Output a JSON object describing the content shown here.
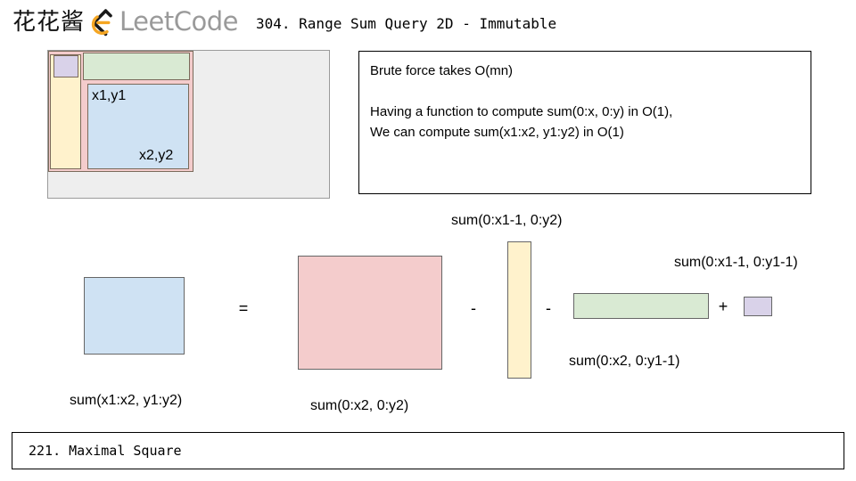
{
  "header": {
    "brand_cn": "花花酱",
    "logo_word": "LeetCode",
    "logo_icon": "leetcode-logo-icon",
    "title": "304. Range Sum Query 2D - Immutable"
  },
  "matrix_diagram": {
    "name": "matrix-region-diagram",
    "background_color": "#eeeeee",
    "regions": [
      {
        "key": "pink",
        "name": "region-pink-full",
        "color": "#f4cccc"
      },
      {
        "key": "green",
        "name": "region-green-top",
        "color": "#d9ead3"
      },
      {
        "key": "yellow",
        "name": "region-yellow-left",
        "color": "#fff2cc"
      },
      {
        "key": "purple",
        "name": "region-purple-corner",
        "color": "#d9d2e9"
      },
      {
        "key": "blue",
        "name": "region-blue-target",
        "color": "#cfe2f3"
      }
    ],
    "corner_top_left": "x1,y1",
    "corner_bottom_right": "x2,y2"
  },
  "explanation": {
    "line1": "Brute force takes O(mn)",
    "line2": "",
    "line3": "Having a function to compute sum(0:x, 0:y) in O(1),",
    "line4": "We can compute sum(x1:x2, y1:y2) in O(1)"
  },
  "equation": {
    "operators": {
      "equals": "=",
      "minus_1": "-",
      "minus_2": "-",
      "plus": "+"
    },
    "terms": [
      {
        "key": "blue",
        "label": "sum(x1:x2, y1:y2)",
        "color": "#cfe2f3",
        "role": "result"
      },
      {
        "key": "pink",
        "label": "sum(0:x2, 0:y2)",
        "color": "#f4cccc",
        "role": "prefix-full"
      },
      {
        "key": "yellow",
        "label": "sum(0:x1-1, 0:y2)",
        "color": "#fff2cc",
        "role": "subtract-left"
      },
      {
        "key": "green",
        "label": "sum(0:x2, 0:y1-1)",
        "color": "#d9ead3",
        "role": "subtract-top"
      },
      {
        "key": "purple",
        "label": "sum(0:x1-1, 0:y1-1)",
        "color": "#d9d2e9",
        "role": "add-back-corner"
      }
    ]
  },
  "footer": {
    "next_problem": "221. Maximal Square"
  },
  "colors": {
    "blue": "#cfe2f3",
    "pink": "#f4cccc",
    "yellow": "#fff2cc",
    "green": "#d9ead3",
    "purple": "#d9d2e9",
    "diagram_bg": "#eeeeee",
    "logo_gray": "#9a9a9a",
    "logo_orange": "#f5a623",
    "logo_black": "#1a1a1a"
  }
}
